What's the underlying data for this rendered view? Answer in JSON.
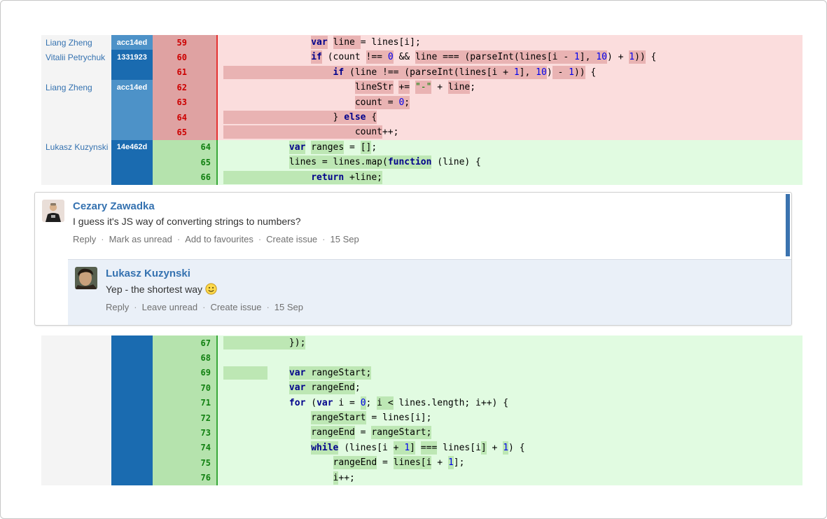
{
  "comments": {
    "root": {
      "author": "Cezary Zawadka",
      "text": "I guess it's JS way of converting strings to numbers?",
      "actions": [
        "Reply",
        "Mark as unread",
        "Add to favourites",
        "Create issue"
      ],
      "date": "15 Sep"
    },
    "reply": {
      "author": "Lukasz Kuzynski",
      "text": "Yep - the shortest way",
      "emoji": "smiley-face",
      "actions": [
        "Reply",
        "Leave unread",
        "Create issue"
      ],
      "date": "15 Sep"
    }
  },
  "diff": {
    "colors": {
      "deleted_row_bg": "#fbdddd",
      "deleted_word_highlight": "#e9b3b3",
      "deleted_gutter_bg": "#dfa2a2",
      "deleted_line_number": "#cc0000",
      "deleted_rule": "#e53030",
      "added_row_bg": "#e1fbe1",
      "added_word_highlight": "#bde7b4",
      "added_gutter_bg": "#b5e3ad",
      "added_line_number": "#118011",
      "added_rule": "#3aa83a",
      "commit_badge_light": "#4d92c8",
      "commit_badge_dark": "#1a6bb0",
      "author_link": "#3572b0",
      "keyword": "#00008b",
      "number": "#0000ee",
      "string": "#008000",
      "reply_bg": "#eaf0f8",
      "comment_side_bar": "#3b73af"
    },
    "top_rows": [
      {
        "author": "Liang Zheng",
        "hash": "acc14ed",
        "shade": "light",
        "type": "del",
        "num": "59",
        "code": [
          [
            "                ",
            "p",
            0
          ],
          [
            "var",
            "k",
            1
          ],
          [
            " ",
            "p",
            0
          ],
          [
            "line ",
            "p",
            1
          ],
          [
            "= lines[i];",
            "p",
            0
          ]
        ]
      },
      {
        "author": "Vitalii Petrychuk",
        "hash": "1331923",
        "shade": "dark",
        "type": "del",
        "num": "60",
        "code": [
          [
            "                ",
            "p",
            0
          ],
          [
            "if",
            "k",
            1
          ],
          [
            " (count ",
            "p",
            0
          ],
          [
            "!== ",
            "p",
            1
          ],
          [
            "0",
            "n",
            1
          ],
          [
            " && ",
            "p",
            0
          ],
          [
            "line ",
            "p",
            1
          ],
          [
            "=== ",
            "p",
            1
          ],
          [
            "(parseInt(lines[i ",
            "p",
            1
          ],
          [
            "- ",
            "p",
            1
          ],
          [
            "1",
            "n",
            1
          ],
          [
            "], ",
            "p",
            1
          ],
          [
            "10",
            "n",
            1
          ],
          [
            ")",
            "p",
            0
          ],
          [
            " + ",
            "p",
            0
          ],
          [
            "1",
            "n",
            1
          ],
          [
            "))",
            "p",
            1
          ],
          [
            " {",
            "p",
            0
          ]
        ]
      },
      {
        "author": "",
        "hash": "",
        "shade": "dark",
        "type": "del",
        "num": "61",
        "code": [
          [
            "                    ",
            "p",
            1
          ],
          [
            "if",
            "k",
            1
          ],
          [
            " (line !== (parseInt(lines[i + ",
            "p",
            1
          ],
          [
            "1",
            "n",
            1
          ],
          [
            "], ",
            "p",
            1
          ],
          [
            "10",
            "n",
            1
          ],
          [
            ")",
            "p",
            0
          ],
          [
            " - ",
            "p",
            1
          ],
          [
            "1",
            "n",
            1
          ],
          [
            "))",
            "p",
            1
          ],
          [
            " {",
            "p",
            0
          ]
        ]
      },
      {
        "author": "Liang Zheng",
        "hash": "acc14ed",
        "shade": "light",
        "type": "del",
        "num": "62",
        "code": [
          [
            "                        ",
            "p",
            0
          ],
          [
            "lineStr",
            "p",
            1
          ],
          [
            " ",
            "p",
            0
          ],
          [
            "+=",
            "p",
            1
          ],
          [
            " ",
            "p",
            0
          ],
          [
            "\"-\"",
            "s",
            1
          ],
          [
            " + ",
            "p",
            0
          ],
          [
            "line",
            "p",
            1
          ],
          [
            ";",
            "p",
            0
          ]
        ]
      },
      {
        "author": "",
        "hash": "",
        "shade": "light",
        "type": "del",
        "num": "63",
        "code": [
          [
            "                        ",
            "p",
            0
          ],
          [
            "count = ",
            "p",
            1
          ],
          [
            "0",
            "n",
            1
          ],
          [
            ";",
            "p",
            1
          ]
        ]
      },
      {
        "author": "",
        "hash": "",
        "shade": "light",
        "type": "del",
        "num": "64",
        "code": [
          [
            "                    ",
            "p",
            1
          ],
          [
            "} ",
            "p",
            1
          ],
          [
            "else",
            "k",
            1
          ],
          [
            " {",
            "p",
            1
          ]
        ]
      },
      {
        "author": "",
        "hash": "",
        "shade": "light",
        "type": "del",
        "num": "65",
        "code": [
          [
            "                        ",
            "p",
            1
          ],
          [
            "count",
            "p",
            1
          ],
          [
            "++;",
            "p",
            0
          ]
        ]
      },
      {
        "author": "Lukasz Kuzynski",
        "hash": "14e462d",
        "shade": "dark",
        "type": "add",
        "num": "64",
        "code": [
          [
            "            ",
            "p",
            0
          ],
          [
            "var",
            "k",
            1
          ],
          [
            " ",
            "p",
            0
          ],
          [
            "ranges",
            "p",
            1
          ],
          [
            " = ",
            "p",
            0
          ],
          [
            "[]",
            "p",
            1
          ],
          [
            ";",
            "p",
            0
          ]
        ]
      },
      {
        "author": "",
        "hash": "",
        "shade": "dark",
        "type": "add",
        "num": "65",
        "code": [
          [
            "            ",
            "p",
            0
          ],
          [
            "lines = lines.map(",
            "p",
            1
          ],
          [
            "function",
            "k",
            1
          ],
          [
            " (line) {",
            "p",
            0
          ]
        ]
      },
      {
        "author": "",
        "hash": "",
        "shade": "dark",
        "type": "add",
        "num": "66",
        "code": [
          [
            "                ",
            "p",
            1
          ],
          [
            "return",
            "k",
            1
          ],
          [
            " +line;",
            "p",
            1
          ]
        ]
      }
    ],
    "bottom_rows": [
      {
        "author": "",
        "hash": "",
        "shade": "dark",
        "type": "add",
        "num": "67",
        "code": [
          [
            "            ",
            "p",
            1
          ],
          [
            "});",
            "p",
            1
          ]
        ]
      },
      {
        "author": "",
        "hash": "",
        "shade": "dark",
        "type": "add",
        "num": "68",
        "code": [
          [
            "",
            "p",
            0
          ]
        ]
      },
      {
        "author": "",
        "hash": "",
        "shade": "dark",
        "type": "add",
        "num": "69",
        "code": [
          [
            "        ",
            "p",
            1
          ],
          [
            "    ",
            "p",
            0
          ],
          [
            "var",
            "k",
            1
          ],
          [
            " rangeStart;",
            "p",
            1
          ]
        ]
      },
      {
        "author": "",
        "hash": "",
        "shade": "dark",
        "type": "add",
        "num": "70",
        "code": [
          [
            "            ",
            "p",
            0
          ],
          [
            "var",
            "k",
            1
          ],
          [
            " rangeEnd",
            "p",
            1
          ],
          [
            ";",
            "p",
            0
          ]
        ]
      },
      {
        "author": "",
        "hash": "",
        "shade": "dark",
        "type": "add",
        "num": "71",
        "code": [
          [
            "            ",
            "p",
            0
          ],
          [
            "for",
            "k",
            0
          ],
          [
            " (",
            "p",
            0
          ],
          [
            "var",
            "k",
            0
          ],
          [
            " i = ",
            "p",
            0
          ],
          [
            "0",
            "n",
            1
          ],
          [
            "; ",
            "p",
            0
          ],
          [
            "i <",
            "p",
            1
          ],
          [
            " lines.length; i++) {",
            "p",
            0
          ]
        ]
      },
      {
        "author": "",
        "hash": "",
        "shade": "dark",
        "type": "add",
        "num": "72",
        "code": [
          [
            "                ",
            "p",
            0
          ],
          [
            "rangeStart",
            "p",
            1
          ],
          [
            " = lines[i];",
            "p",
            0
          ]
        ]
      },
      {
        "author": "",
        "hash": "",
        "shade": "dark",
        "type": "add",
        "num": "73",
        "code": [
          [
            "                ",
            "p",
            0
          ],
          [
            "rangeEnd",
            "p",
            1
          ],
          [
            " = ",
            "p",
            0
          ],
          [
            "rangeStart;",
            "p",
            1
          ]
        ]
      },
      {
        "author": "",
        "hash": "",
        "shade": "dark",
        "type": "add",
        "num": "74",
        "code": [
          [
            "                ",
            "p",
            0
          ],
          [
            "while",
            "k",
            1
          ],
          [
            " (lines[i ",
            "p",
            0
          ],
          [
            "+ ",
            "p",
            1
          ],
          [
            "1",
            "n",
            1
          ],
          [
            "]",
            "p",
            1
          ],
          [
            " ",
            "p",
            0
          ],
          [
            "===",
            "p",
            1
          ],
          [
            " lines[i",
            "p",
            0
          ],
          [
            "]",
            "p",
            1
          ],
          [
            " + ",
            "p",
            0
          ],
          [
            "1",
            "n",
            1
          ],
          [
            ") {",
            "p",
            0
          ]
        ]
      },
      {
        "author": "",
        "hash": "",
        "shade": "dark",
        "type": "add",
        "num": "75",
        "code": [
          [
            "                    ",
            "p",
            0
          ],
          [
            "rangeEnd",
            "p",
            1
          ],
          [
            " = ",
            "p",
            0
          ],
          [
            "lines[i",
            "p",
            1
          ],
          [
            " + ",
            "p",
            0
          ],
          [
            "1",
            "n",
            1
          ],
          [
            "];",
            "p",
            0
          ]
        ]
      },
      {
        "author": "",
        "hash": "",
        "shade": "dark",
        "type": "add",
        "num": "76",
        "code": [
          [
            "                    ",
            "p",
            0
          ],
          [
            "i",
            "p",
            1
          ],
          [
            "++;",
            "p",
            0
          ]
        ]
      }
    ]
  }
}
